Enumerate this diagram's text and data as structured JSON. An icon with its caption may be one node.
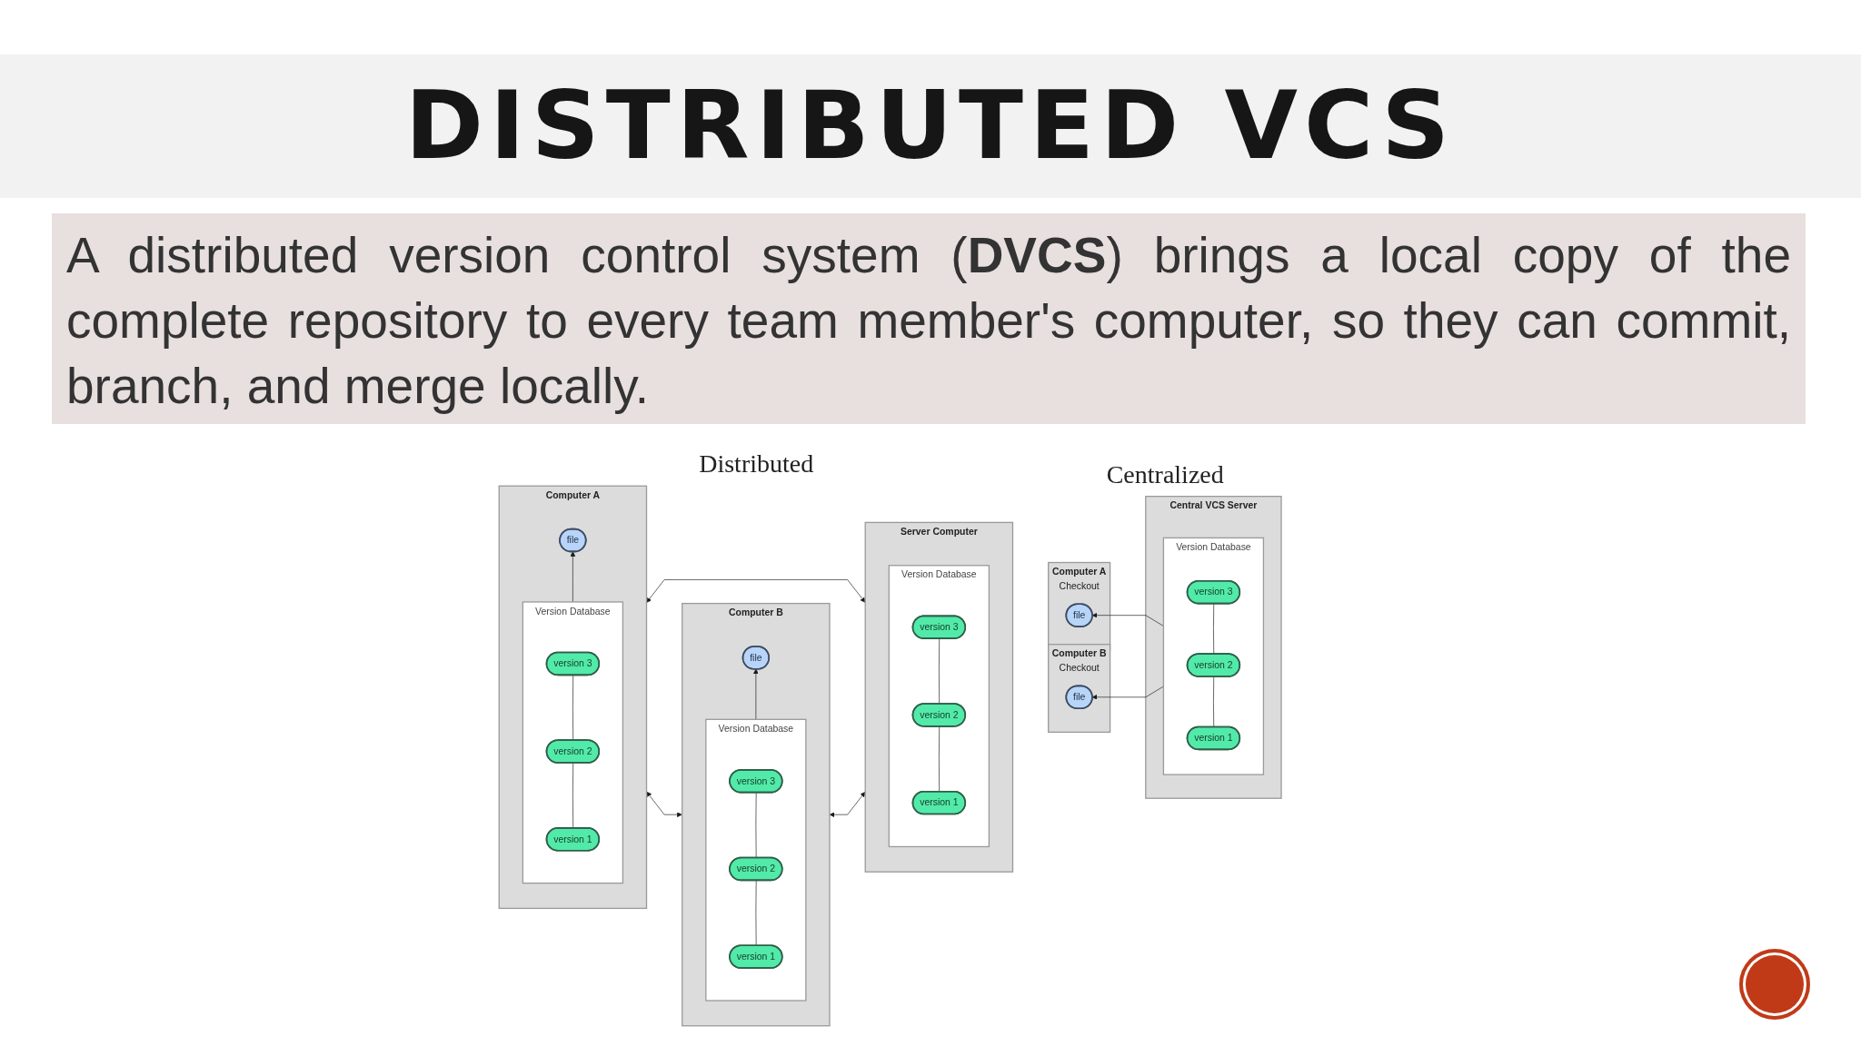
{
  "diagram": {
    "title": "DISTRIBUTED VCS",
    "nodes": [
      {
        "text": [
          "Server Computer"
        ]
      },
      {
        "text": [
          "Version Database"
        ],
        "in": 0
      },
      {
        "text": [
          "version 3"
        ],
        "in": 1
      },
      {
        "text": [
          "version 2"
        ],
        "in": 1
      },
      {
        "text": [
          "version 1"
        ],
        "in": 1
      },
      {
        "text": [
          "Computer A"
        ]
      },
      {
        "text": [
          "file"
        ],
        "in": 5
      },
      {
        "text": [
          "Version Database"
        ],
        "in": 5
      },
      {
        "text": [
          "version 3"
        ],
        "in": 7
      },
      {
        "text": [
          "version 2"
        ],
        "in": 7
      },
      {
        "text": [
          "version 1"
        ],
        "in": 7
      },
      {
        "text": [
          "Computer B"
        ]
      },
      {
        "text": [
          "file"
        ],
        "in": 11
      },
      {
        "text": [
          "Version Database"
        ],
        "in": 11
      },
      {
        "text": [
          "version 3"
        ],
        "in": 13
      },
      {
        "text": [
          "version 2"
        ],
        "in": 13
      },
      {
        "text": [
          "version 1"
        ],
        "in": 13
      },
      {
        "text": [
          "Computer A",
          "Checkout"
        ]
      },
      {
        "text": [
          "file"
        ],
        "in": 17
      },
      {
        "text": [
          "Computer B",
          "Checkout"
        ]
      },
      {
        "text": [
          "file"
        ],
        "in": 19
      },
      {
        "text": [
          "Central VCS Server"
        ]
      },
      {
        "text": [
          "Version Database"
        ],
        "in": 21
      },
      {
        "text": [
          "version 3"
        ],
        "in": 22
      },
      {
        "text": [
          "version 2"
        ],
        "in": 22
      },
      {
        "text": [
          "version 1"
        ],
        "in": 22
      }
    ],
    "edges": [
      {
        "from": 2,
        "to": 3,
        "arrow": "none"
      },
      {
        "from": 3,
        "to": 4,
        "arrow": "none"
      },
      {
        "from": 0,
        "to": 5,
        "arrow": "both"
      },
      {
        "from": 0,
        "to": 11,
        "arrow": "both"
      },
      {
        "from": 7,
        "to": 6,
        "arrow": "to"
      },
      {
        "from": 8,
        "to": 9,
        "arrow": "none"
      },
      {
        "from": 9,
        "to": 10,
        "arrow": "none"
      },
      {
        "from": 11,
        "to": 5,
        "arrow": "both"
      },
      {
        "from": 13,
        "to": 12,
        "arrow": "to"
      },
      {
        "from": 14,
        "to": 15,
        "arrow": "none"
      },
      {
        "from": 15,
        "to": 16,
        "arrow": "none"
      },
      {
        "from": 22,
        "to": 18,
        "arrow": "to"
      },
      {
        "from": 22,
        "to": 20,
        "arrow": "to"
      },
      {
        "from": 23,
        "to": 24,
        "arrow": "none"
      },
      {
        "from": 24,
        "to": 25,
        "arrow": "none"
      }
    ],
    "labels": [
      "A distributed version control system (**DVCS**) brings a local copy of the complete repository to every team member's computer, so they can commit, branch, and merge locally.",
      "Distributed",
      "Centralized"
    ]
  }
}
